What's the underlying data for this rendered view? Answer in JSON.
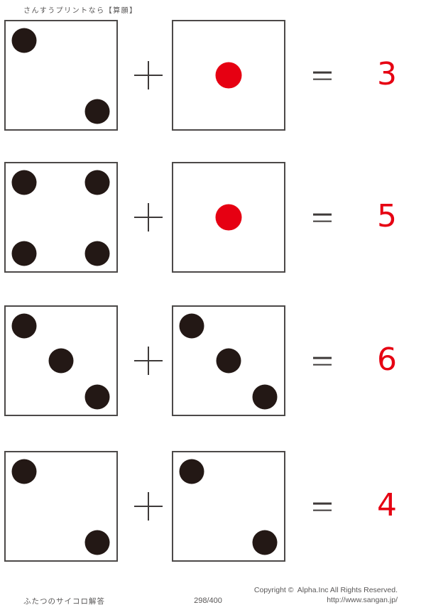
{
  "header": {
    "title": "さんすうプリントなら【算願】"
  },
  "symbols": {
    "plus": "+",
    "equals": "="
  },
  "problems": [
    {
      "left_die": {
        "dots": [
          {
            "pos": "tl",
            "color": "black"
          },
          {
            "pos": "br",
            "color": "black"
          }
        ]
      },
      "right_die": {
        "dots": [
          {
            "pos": "c",
            "color": "red"
          }
        ]
      },
      "answer": "3"
    },
    {
      "left_die": {
        "dots": [
          {
            "pos": "tl",
            "color": "black"
          },
          {
            "pos": "tr",
            "color": "black"
          },
          {
            "pos": "bl",
            "color": "black"
          },
          {
            "pos": "br",
            "color": "black"
          }
        ]
      },
      "right_die": {
        "dots": [
          {
            "pos": "c",
            "color": "red"
          }
        ]
      },
      "answer": "5"
    },
    {
      "left_die": {
        "dots": [
          {
            "pos": "tl",
            "color": "black"
          },
          {
            "pos": "c",
            "color": "black"
          },
          {
            "pos": "br",
            "color": "black"
          }
        ]
      },
      "right_die": {
        "dots": [
          {
            "pos": "tl",
            "color": "black"
          },
          {
            "pos": "c",
            "color": "black"
          },
          {
            "pos": "br",
            "color": "black"
          }
        ]
      },
      "answer": "6"
    },
    {
      "left_die": {
        "dots": [
          {
            "pos": "tl",
            "color": "black"
          },
          {
            "pos": "br",
            "color": "black"
          }
        ]
      },
      "right_die": {
        "dots": [
          {
            "pos": "tl",
            "color": "black"
          },
          {
            "pos": "br",
            "color": "black"
          }
        ]
      },
      "answer": "4"
    }
  ],
  "footer": {
    "title": "ふたつのサイコロ解答",
    "page_counter": "298/400",
    "copyright": "Copyright ©  Alpha.Inc All Rights Reserved.",
    "url": "http://www.sangan.jp/"
  },
  "colors": {
    "dot_black": "#231815",
    "dot_red": "#e60012",
    "answer_red": "#e60012",
    "box_border": "#4c4948",
    "symbol": "#3e3a39",
    "text_gray": "#595757"
  }
}
